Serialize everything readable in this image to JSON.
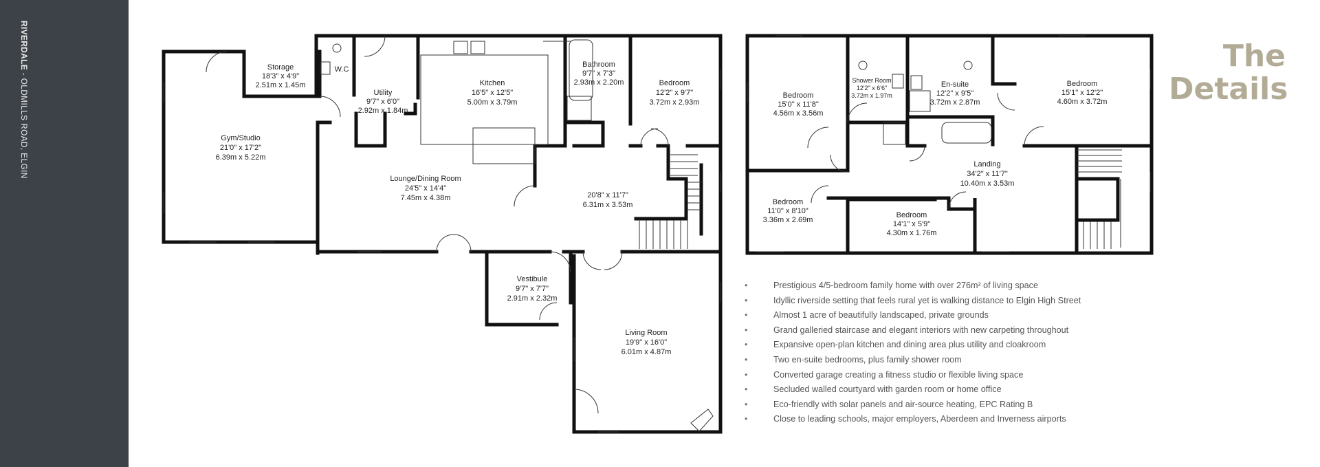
{
  "sidebar": {
    "label_bold": "RIVERDALE",
    "label_rest": " - OLDMILLS ROAD, ELGIN"
  },
  "title": {
    "line1": "The",
    "line2": "Details"
  },
  "ground_floor": {
    "rooms": [
      {
        "id": "gym",
        "name": "Gym/Studio",
        "imperial": "21'0\" x 17'2\"",
        "metric": "6.39m x 5.22m"
      },
      {
        "id": "storage",
        "name": "Storage",
        "imperial": "18'3\" x 4'9\"",
        "metric": "2.51m x 1.45m"
      },
      {
        "id": "wc",
        "name": "W.C",
        "imperial": "",
        "metric": ""
      },
      {
        "id": "utility",
        "name": "Utility",
        "imperial": "9'7\" x 6'0\"",
        "metric": "2.92m x 1.84m"
      },
      {
        "id": "kitchen",
        "name": "Kitchen",
        "imperial": "16'5\" x 12'5\"",
        "metric": "5.00m x 3.79m"
      },
      {
        "id": "bathroom",
        "name": "Bathroom",
        "imperial": "9'7\" x 7'3\"",
        "metric": "2.93m x 2.20m"
      },
      {
        "id": "bedroom",
        "name": "Bedroom",
        "imperial": "12'2\" x 9'7\"",
        "metric": "3.72m x 2.93m"
      },
      {
        "id": "lounge",
        "name": "Lounge/Dining Room",
        "imperial": "24'5\" x 14'4\"",
        "metric": "7.45m x 4.38m"
      },
      {
        "id": "hall",
        "name": "",
        "imperial": "20'8\" x 11'7\"",
        "metric": "6.31m x 3.53m"
      },
      {
        "id": "vestibule",
        "name": "Vestibule",
        "imperial": "9'7\" x 7'7\"",
        "metric": "2.91m x 2.32m"
      },
      {
        "id": "living",
        "name": "Living Room",
        "imperial": "19'9\" x 16'0\"",
        "metric": "6.01m x 4.87m"
      }
    ]
  },
  "first_floor": {
    "rooms": [
      {
        "id": "bed1",
        "name": "Bedroom",
        "imperial": "15'0\" x 11'8\"",
        "metric": "4.56m x 3.56m"
      },
      {
        "id": "shower",
        "name": "Shower Room",
        "imperial": "12'2\" x 6'6\"",
        "metric": "3.72m x 1.97m"
      },
      {
        "id": "ensuite",
        "name": "En-suite",
        "imperial": "12'2\" x 9'5\"",
        "metric": "3.72m x 2.87m"
      },
      {
        "id": "bed2",
        "name": "Bedroom",
        "imperial": "15'1\" x 12'2\"",
        "metric": "4.60m x 3.72m"
      },
      {
        "id": "landing",
        "name": "Landing",
        "imperial": "34'2\" x 11'7\"",
        "metric": "10.40m x 3.53m"
      },
      {
        "id": "bed3",
        "name": "Bedroom",
        "imperial": "11'0\" x 8'10\"",
        "metric": "3.36m x 2.69m"
      },
      {
        "id": "bed4",
        "name": "Bedroom",
        "imperial": "14'1\" x 5'9\"",
        "metric": "4.30m x 1.76m"
      }
    ]
  },
  "features": [
    "Prestigious 4/5-bedroom family home with over 276m² of living space",
    "Idyllic riverside setting that feels rural yet is walking distance to Elgin High Street",
    "Almost 1 acre of beautifully landscaped, private grounds",
    "Grand galleried staircase and elegant interiors with new carpeting throughout",
    "Expansive open-plan kitchen and dining area plus utility and cloakroom",
    "Two en-suite bedrooms, plus family shower room",
    "Converted garage creating a fitness studio or flexible living space",
    "Secluded walled courtyard with garden room or home office",
    "Eco-friendly with solar panels and air-source heating, EPC Rating B",
    "Close to leading schools, major employers, Aberdeen and Inverness airports"
  ],
  "bullet": "•",
  "colors": {
    "sidebar": "#3d4148",
    "title": "#b2ab95",
    "wall": "#111111",
    "text": "#555555"
  }
}
